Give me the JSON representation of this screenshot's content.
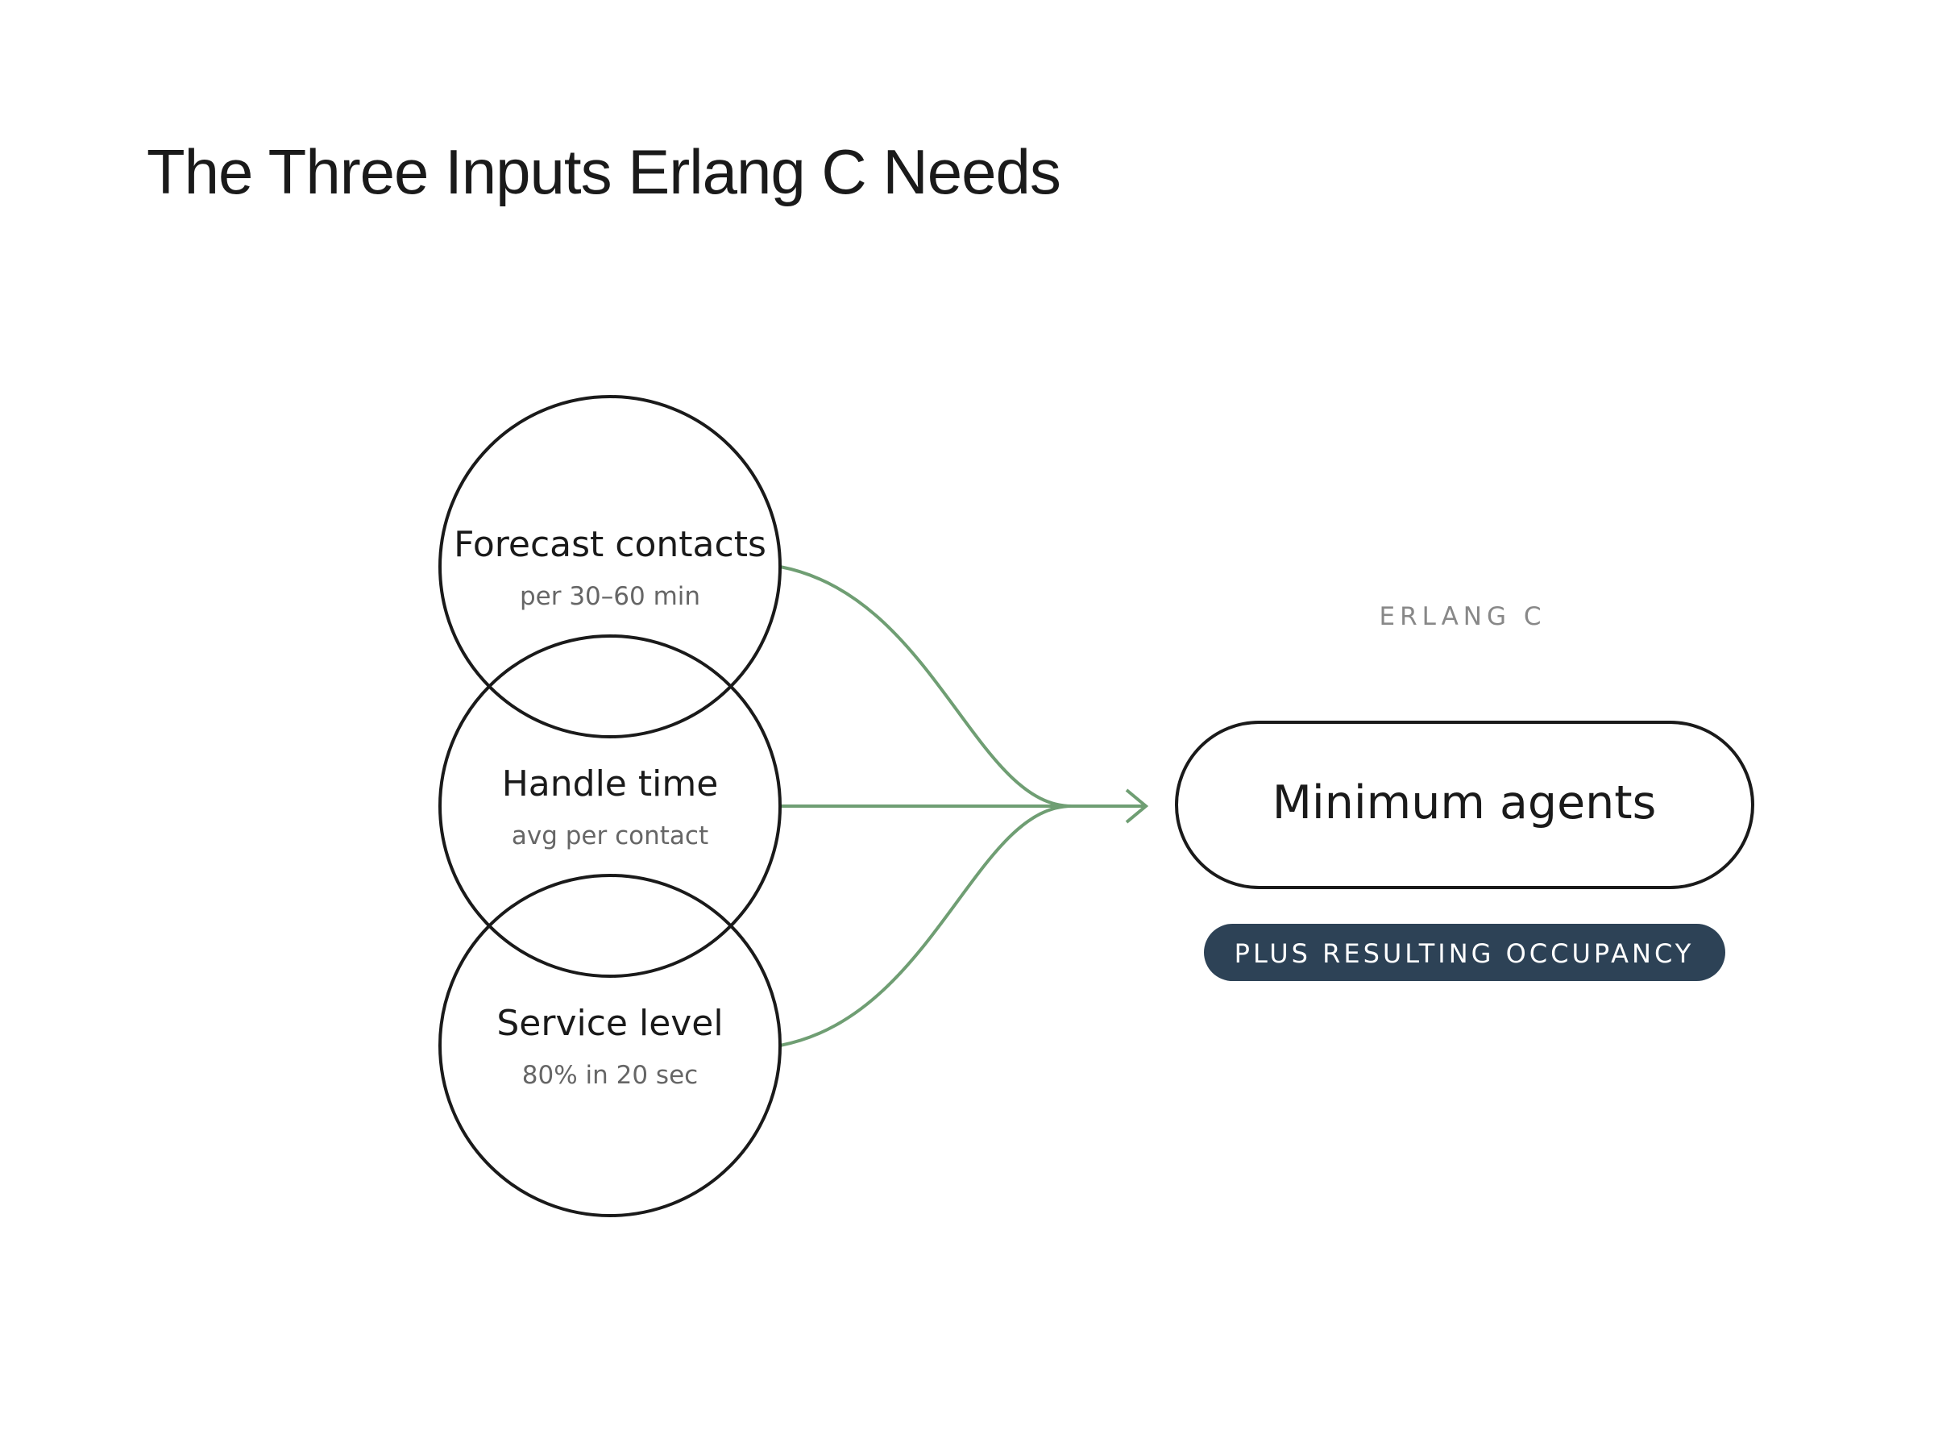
{
  "title": "The Three Inputs Erlang C Needs",
  "inputs": [
    {
      "label": "Forecast contacts",
      "sub": "per 30–60 min"
    },
    {
      "label": "Handle time",
      "sub": "avg per contact"
    },
    {
      "label": "Service level",
      "sub": "80% in 20 sec"
    }
  ],
  "model_label": "ERLANG C",
  "output": {
    "label": "Minimum agents",
    "badge": "PLUS RESULTING OCCUPANCY"
  },
  "colors": {
    "connector": "#6f9e73",
    "badge_background": "#2d4256",
    "ink": "#1a1a1a",
    "muted": "#888888"
  }
}
